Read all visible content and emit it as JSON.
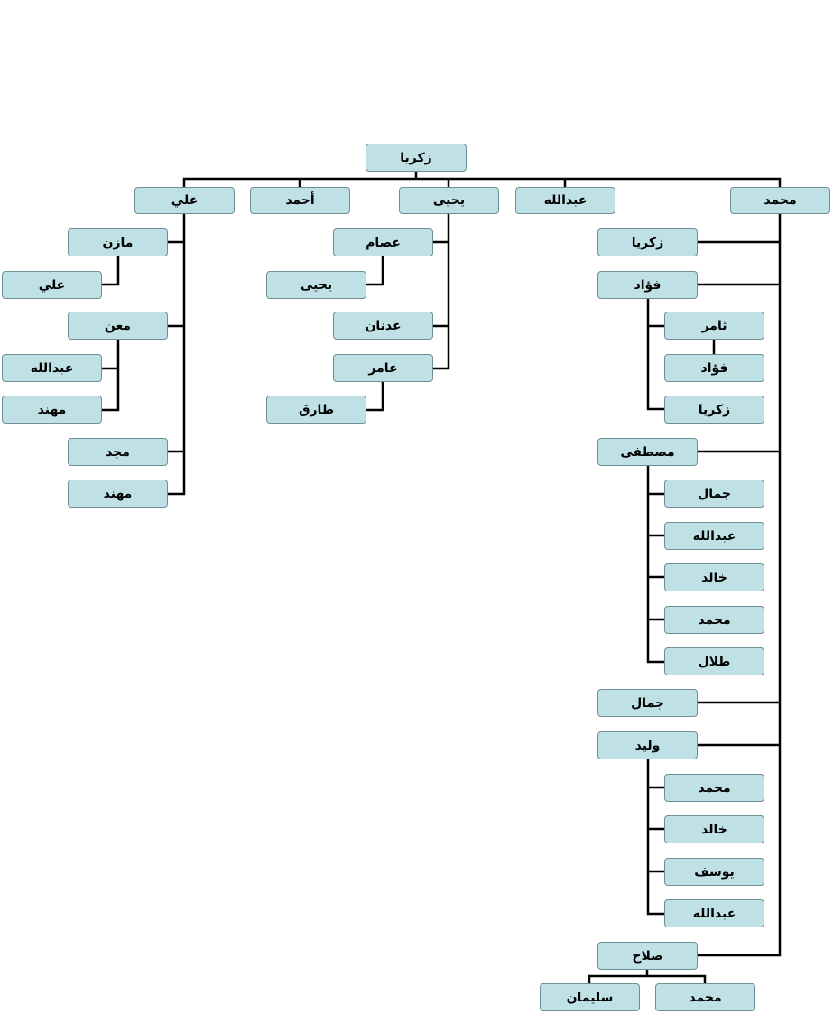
{
  "tree": {
    "root": "زكريا",
    "nodes": [
      {
        "id": "muhammad",
        "label": "محمد",
        "parent": "root"
      },
      {
        "id": "abdullah",
        "label": "عبدالله",
        "parent": "root"
      },
      {
        "id": "yahya",
        "label": "يحيى",
        "parent": "root"
      },
      {
        "id": "ahmad",
        "label": "أحمد",
        "parent": "root"
      },
      {
        "id": "ali",
        "label": "علي",
        "parent": "root"
      },
      {
        "id": "m_zakariya",
        "label": "زكريا",
        "parent": "muhammad"
      },
      {
        "id": "m_fuad",
        "label": "فؤاد",
        "parent": "muhammad"
      },
      {
        "id": "f_thamer",
        "label": "ثامر",
        "parent": "m_fuad"
      },
      {
        "id": "t_fuad",
        "label": "فؤاد",
        "parent": "f_thamer"
      },
      {
        "id": "f_zakariya",
        "label": "زكريا",
        "parent": "m_fuad"
      },
      {
        "id": "m_mustafa",
        "label": "مصطفى",
        "parent": "muhammad"
      },
      {
        "id": "mu_jamal",
        "label": "جمال",
        "parent": "m_mustafa"
      },
      {
        "id": "mu_abdullah",
        "label": "عبدالله",
        "parent": "m_mustafa"
      },
      {
        "id": "mu_khaled",
        "label": "خالد",
        "parent": "m_mustafa"
      },
      {
        "id": "mu_muhammad",
        "label": "محمد",
        "parent": "m_mustafa"
      },
      {
        "id": "mu_talal",
        "label": "طلال",
        "parent": "m_mustafa"
      },
      {
        "id": "m_jamal",
        "label": "جمال",
        "parent": "muhammad"
      },
      {
        "id": "m_walid",
        "label": "وليد",
        "parent": "muhammad"
      },
      {
        "id": "w_muhammad",
        "label": "محمد",
        "parent": "m_walid"
      },
      {
        "id": "w_khaled",
        "label": "خالد",
        "parent": "m_walid"
      },
      {
        "id": "w_yusuf",
        "label": "يوسف",
        "parent": "m_walid"
      },
      {
        "id": "w_abdullah",
        "label": "عبدالله",
        "parent": "m_walid"
      },
      {
        "id": "m_salah",
        "label": "صلاح",
        "parent": "muhammad"
      },
      {
        "id": "s_muhammad",
        "label": "محمد",
        "parent": "m_salah"
      },
      {
        "id": "s_sulayman",
        "label": "سليمان",
        "parent": "m_salah"
      },
      {
        "id": "y_issam",
        "label": "عصام",
        "parent": "yahya"
      },
      {
        "id": "i_yahya",
        "label": "يحيى",
        "parent": "y_issam"
      },
      {
        "id": "y_adnan",
        "label": "عدنان",
        "parent": "yahya"
      },
      {
        "id": "y_amer",
        "label": "عامر",
        "parent": "yahya"
      },
      {
        "id": "a_tareq",
        "label": "طارق",
        "parent": "y_amer"
      },
      {
        "id": "ali_mazen",
        "label": "مازن",
        "parent": "ali"
      },
      {
        "id": "mz_ali",
        "label": "علي",
        "parent": "ali_mazen"
      },
      {
        "id": "ali_maan",
        "label": "معن",
        "parent": "ali"
      },
      {
        "id": "mn_abdullah",
        "label": "عبدالله",
        "parent": "ali_maan"
      },
      {
        "id": "mn_muhannad",
        "label": "مهند",
        "parent": "ali_maan"
      },
      {
        "id": "ali_majd",
        "label": "مجد",
        "parent": "ali"
      },
      {
        "id": "ali_muhannad",
        "label": "مهند",
        "parent": "ali"
      }
    ]
  }
}
